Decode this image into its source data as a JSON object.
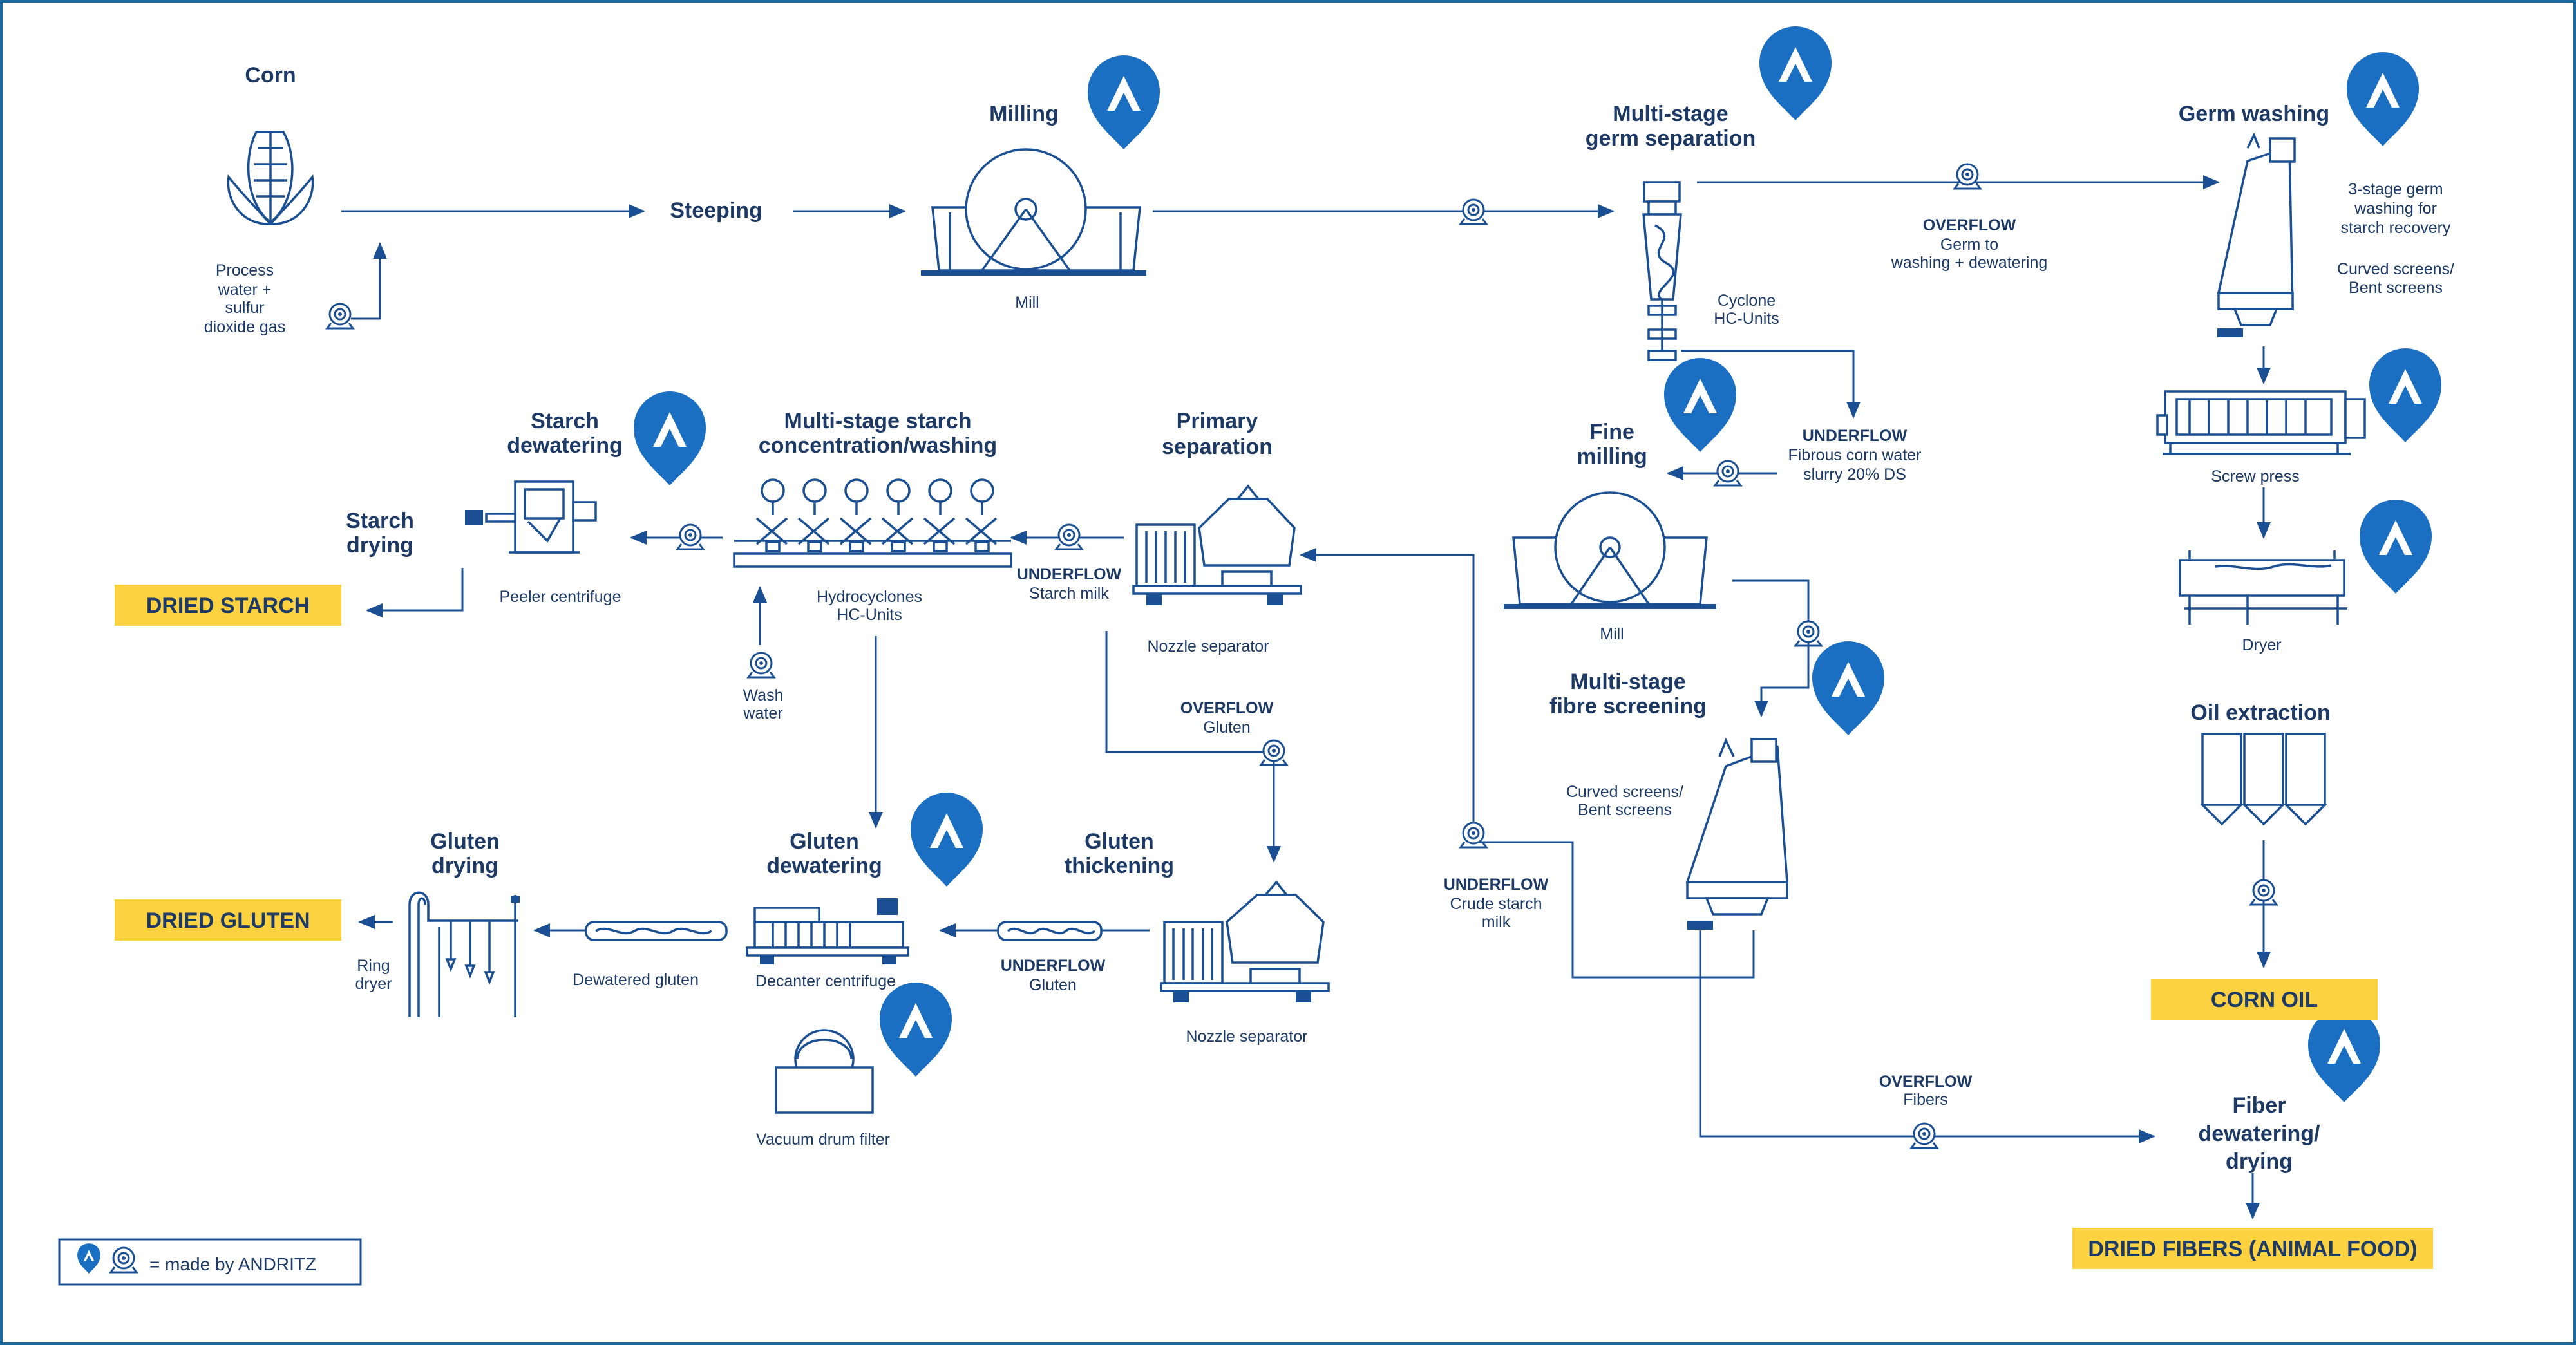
{
  "colors": {
    "primary": "#1a4f93",
    "text": "#1d3a66",
    "product_fill": "#fcd240",
    "border": "#1a6aa0"
  },
  "icons": {
    "logo": "andritz-logo-pin-icon",
    "pump": "pump-icon"
  },
  "stages": {
    "corn": "Corn",
    "steeping": "Steeping",
    "milling": "Milling",
    "germ_separation": [
      "Multi-stage",
      "germ separation"
    ],
    "germ_washing": "Germ washing",
    "fine_milling": [
      "Fine",
      "milling"
    ],
    "primary_separation": [
      "Primary",
      "separation"
    ],
    "starch_concentration": [
      "Multi-stage starch",
      "concentration/washing"
    ],
    "starch_dewatering": [
      "Starch",
      "dewatering"
    ],
    "starch_drying": [
      "Starch",
      "drying"
    ],
    "fibre_screening": [
      "Multi-stage",
      "fibre screening"
    ],
    "oil_extraction": "Oil extraction",
    "gluten_thickening": [
      "Gluten",
      "thickening"
    ],
    "gluten_dewatering": [
      "Gluten",
      "dewatering"
    ],
    "gluten_drying": [
      "Gluten",
      "drying"
    ],
    "fiber_dewatering": [
      "Fiber",
      "dewatering/",
      "drying"
    ]
  },
  "labels": {
    "process_water": [
      "Process",
      "water +",
      "sulfur",
      "dioxide gas"
    ],
    "mill": "Mill",
    "mill2": "Mill",
    "cyclone": [
      "Cyclone",
      "HC-Units"
    ],
    "overflow_germ_title": "OVERFLOW",
    "overflow_germ_text": [
      "Germ to",
      "washing + dewatering"
    ],
    "germ_washing_note": [
      "3-stage germ",
      "washing for",
      "starch recovery",
      "",
      "Curved screens/",
      "Bent screens"
    ],
    "underflow_fibrous_title": "UNDERFLOW",
    "underflow_fibrous_text": [
      "Fibrous corn water",
      "slurry 20% DS"
    ],
    "screw_press": "Screw press",
    "dryer": "Dryer",
    "peeler_centrifuge": "Peeler centrifuge",
    "hydrocyclones": [
      "Hydrocyclones",
      "HC-Units"
    ],
    "underflow_starch_title": "UNDERFLOW",
    "underflow_starch_text": "Starch milk",
    "nozzle_separator": "Nozzle separator",
    "nozzle_separator2": "Nozzle separator",
    "wash_water": [
      "Wash",
      "water"
    ],
    "overflow_gluten_title": "OVERFLOW",
    "overflow_gluten_text": "Gluten",
    "curved_screens": [
      "Curved screens/",
      "Bent screens"
    ],
    "underflow_crude_title": "UNDERFLOW",
    "underflow_crude_text": [
      "Crude starch",
      "milk"
    ],
    "underflow_gluten_title": "UNDERFLOW",
    "underflow_gluten_text": "Gluten",
    "decanter": "Decanter centrifuge",
    "dewatered_gluten": "Dewatered gluten",
    "ring_dryer": [
      "Ring",
      "dryer"
    ],
    "vacuum_drum": "Vacuum drum filter",
    "overflow_fibers_title": "OVERFLOW",
    "overflow_fibers_text": "Fibers"
  },
  "products": {
    "dried_starch": "DRIED STARCH",
    "dried_gluten": "DRIED GLUTEN",
    "corn_oil": "CORN OIL",
    "dried_fibers": "DRIED FIBERS (ANIMAL FOOD)"
  },
  "legend": {
    "text": "= made by ANDRITZ"
  }
}
